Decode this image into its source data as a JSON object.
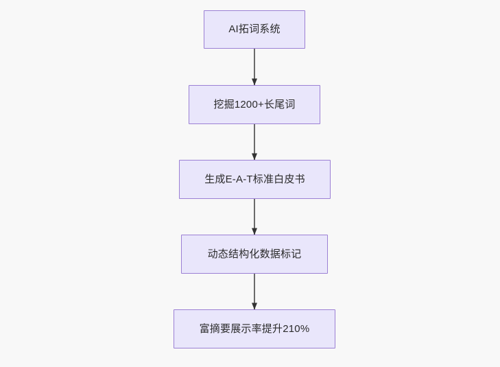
{
  "diagram": {
    "type": "flowchart",
    "orientation": "top-to-bottom",
    "background_color": "#f8f8f8",
    "node_fill_color": "#e9e6fb",
    "node_border_color": "#9b7fd4",
    "node_text_color": "#2b2b2b",
    "edge_color": "#6b6b6b",
    "arrowhead_color": "#333333",
    "nodes": [
      {
        "id": "node-0",
        "label": "AI拓词系统"
      },
      {
        "id": "node-1",
        "label": "挖掘1200+长尾词"
      },
      {
        "id": "node-2",
        "label": "生成E-A-T标准白皮书"
      },
      {
        "id": "node-3",
        "label": "动态结构化数据标记"
      },
      {
        "id": "node-4",
        "label": "富摘要展示率提升210%"
      }
    ],
    "edges": [
      {
        "from": "node-0",
        "to": "node-1",
        "arrow": "arrow-down-icon"
      },
      {
        "from": "node-1",
        "to": "node-2",
        "arrow": "arrow-down-icon"
      },
      {
        "from": "node-2",
        "to": "node-3",
        "arrow": "arrow-down-icon"
      },
      {
        "from": "node-3",
        "to": "node-4",
        "arrow": "arrow-down-icon"
      }
    ]
  }
}
